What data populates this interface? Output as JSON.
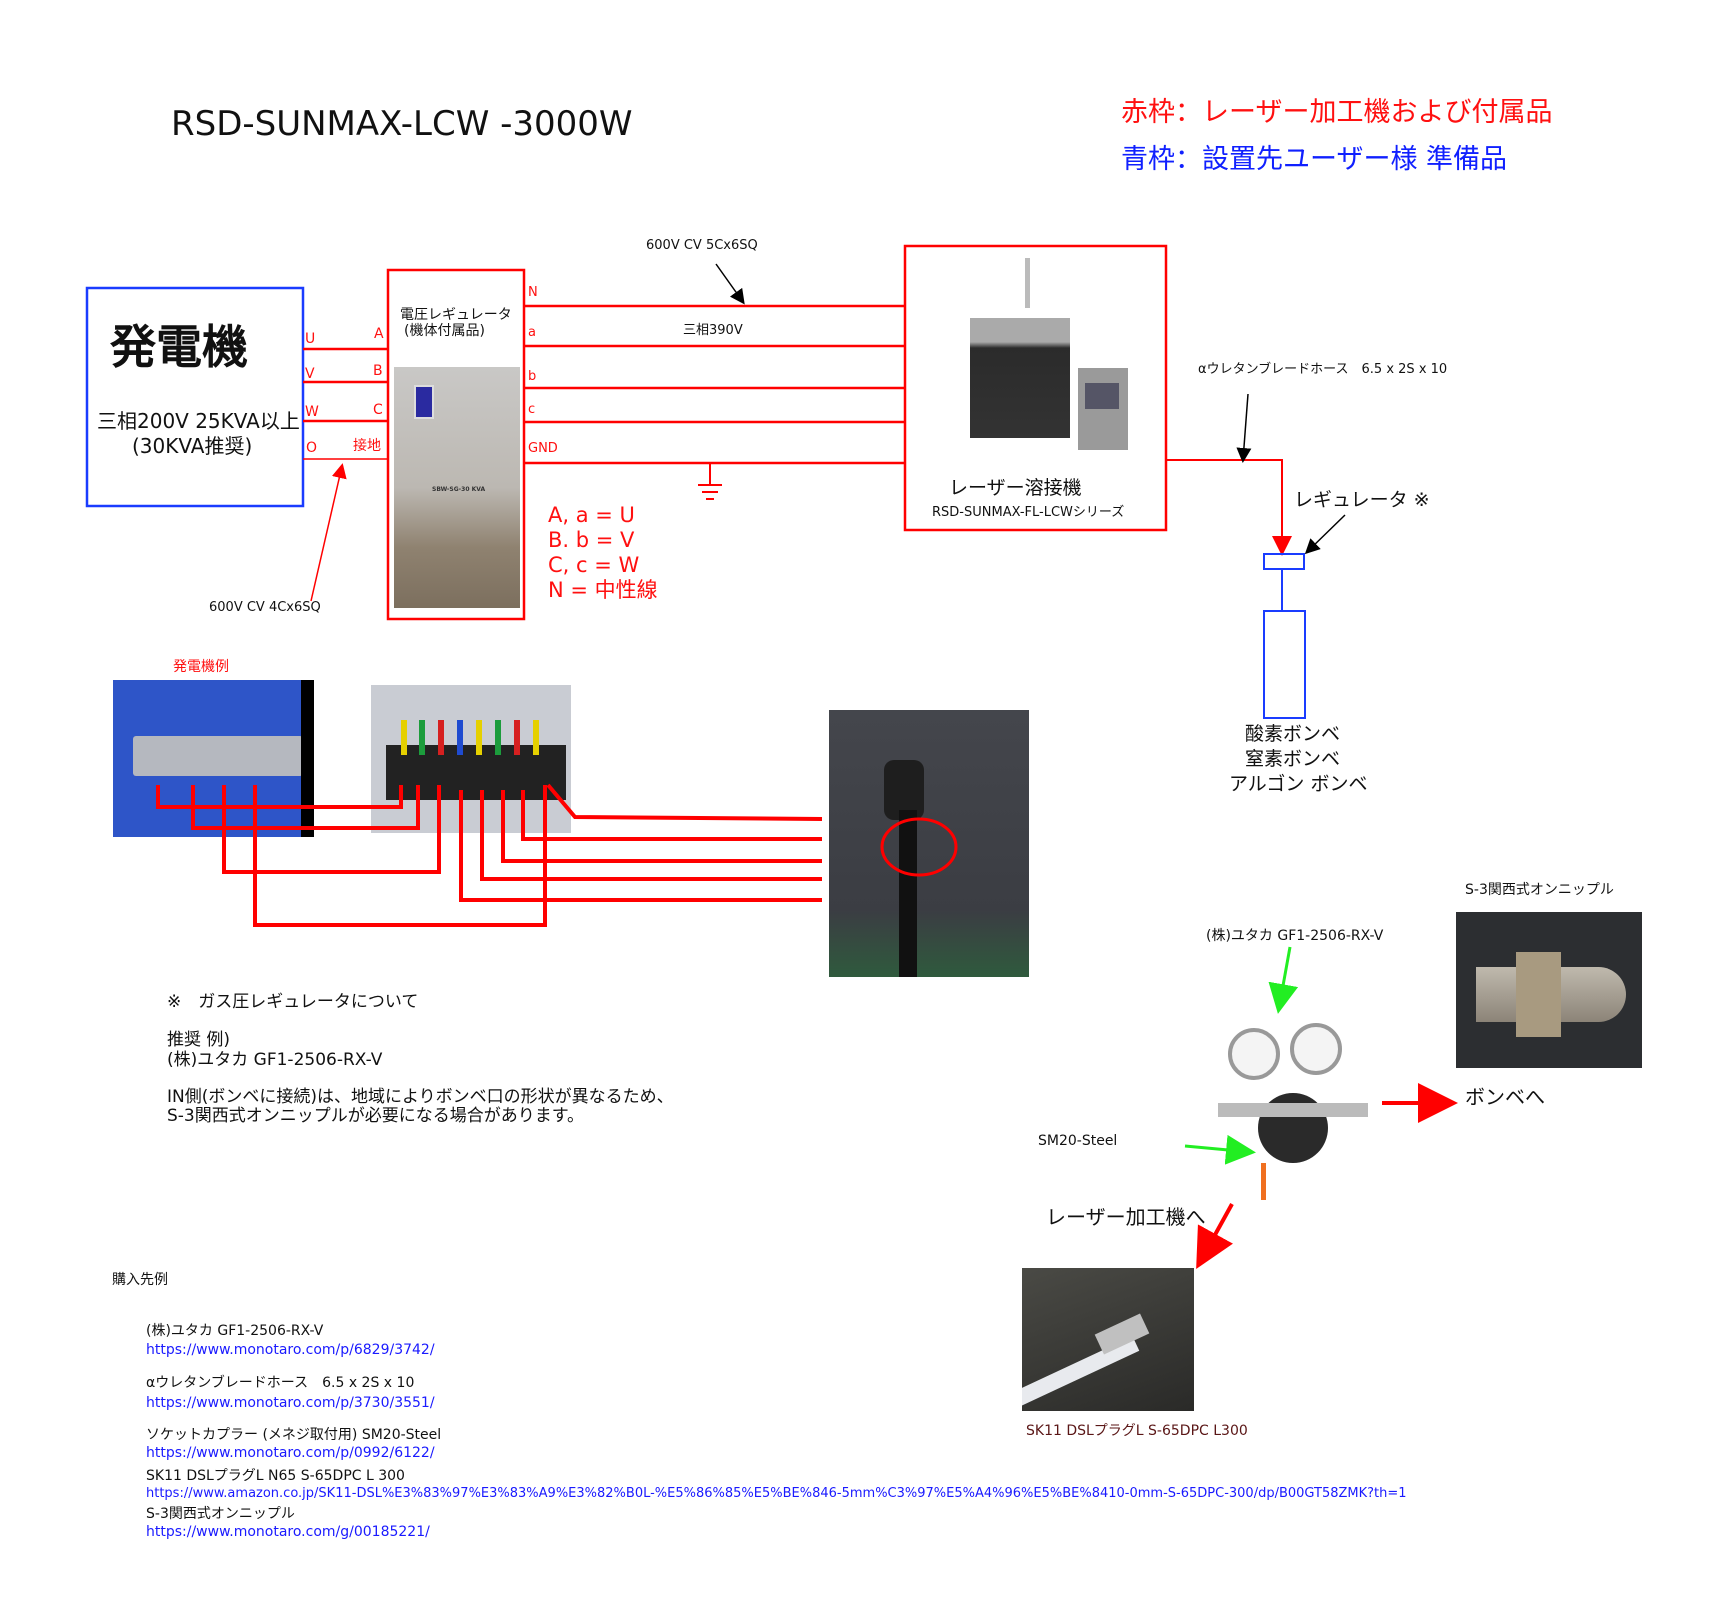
{
  "title": "RSD-SUNMAX-LCW -3000W",
  "legend": {
    "red": "赤枠：レーザー加工機および付属品",
    "blue": "青枠：設置先ユーザー様 準備品",
    "red_color": "#ff0000",
    "blue_color": "#0000ff"
  },
  "generator": {
    "title": "発電機",
    "spec1": "三相200V 25KVA以上",
    "spec2": "(30KVA推奨)",
    "terminals": [
      "U",
      "V",
      "W",
      "O"
    ]
  },
  "voltage_regulator": {
    "label1": "電圧レギュレータ",
    "label2": "(機体付属品)",
    "inputs": [
      "A",
      "B",
      "C",
      "接地"
    ],
    "outputs": [
      "N",
      "a",
      "b",
      "c",
      "GND"
    ],
    "model": "SBW-SG-30 KVA"
  },
  "cables": {
    "output": "600V CV 5Cx6SQ",
    "output_voltage": "三相390V",
    "input": "600V CV 4Cx6SQ"
  },
  "mapping": [
    "A, a = U",
    "B. b = V",
    "C, c = W",
    "N = 中性線"
  ],
  "laser": {
    "name": "レーザー溶接機",
    "series": "RSD-SUNMAX-FL-LCWシリーズ"
  },
  "hose_label": "αウレタンブレードホース　6.5 x 2S x 10",
  "gas_regulator_label": "レギュレータ ※",
  "cylinders": [
    "酸素ボンベ",
    "窒素ボンベ",
    "アルゴン ボンベ"
  ],
  "generator_example": "発電機例",
  "note": {
    "title": "※　ガス圧レギュレータについて",
    "rec": "推奨 例)",
    "model": "(株)ユタカ GF1-2506-RX-V",
    "line1": "IN側(ボンベに接続)は、地域によりボンベ口の形状が異なるため、",
    "line2": "S-3関西式オンニップルが必要になる場合があります。"
  },
  "parts": {
    "regulator": "(株)ユタカ GF1-2506-RX-V",
    "nipple": "S-3関西式オンニップル",
    "to_cylinder": "ボンベへ",
    "coupler": "SM20-Steel",
    "to_laser": "レーザー加工機へ",
    "plug": "SK11 DSLプラグL S-65DPC L300"
  },
  "purchase": {
    "heading": "購入先例",
    "items": [
      {
        "name": "(株)ユタカ GF1-2506-RX-V",
        "url": "https://www.monotaro.com/p/6829/3742/"
      },
      {
        "name": "αウレタンブレードホース　6.5 x 2S x 10",
        "url": "https://www.monotaro.com/p/3730/3551/"
      },
      {
        "name": "ソケットカプラー (メネジ取付用) SM20-Steel",
        "url": "https://www.monotaro.com/p/0992/6122/"
      },
      {
        "name": "SK11 DSLプラグL N65 S-65DPC L 300",
        "url": "https://www.amazon.co.jp/SK11-DSL%E3%83%97%E3%83%A9%E3%82%B0L-%E5%86%85%E5%BE%846-5mm%C3%97%E5%A4%96%E5%BE%8410-0mm-S-65DPC-300/dp/B00GT58ZMK?th=1"
      },
      {
        "name": "S-3関西式オンニップル",
        "url": "https://www.monotaro.com/g/00185221/"
      }
    ]
  }
}
